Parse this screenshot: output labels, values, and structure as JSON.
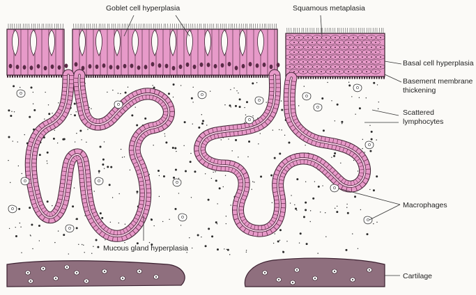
{
  "labels": {
    "goblet": "Goblet cell hyperplasia",
    "squamous": "Squamous metaplasia",
    "basal": "Basal cell hyperplasia",
    "basement_1": "Basement membrane",
    "basement_2": "thickening",
    "lymph_1": "Scattered",
    "lymph_2": "lymphocytes",
    "macro": "Macrophages",
    "mucous": "Mucous gland hyperplasia",
    "cartilage": "Cartilage"
  },
  "colors": {
    "epithelium": "#e79ac9",
    "epithelium_light": "#f4c6e1",
    "outline": "#3b2030",
    "cartilage": "#8f6f7e",
    "tissue": "#fbfaf7",
    "dots": "#2a2a2a"
  }
}
